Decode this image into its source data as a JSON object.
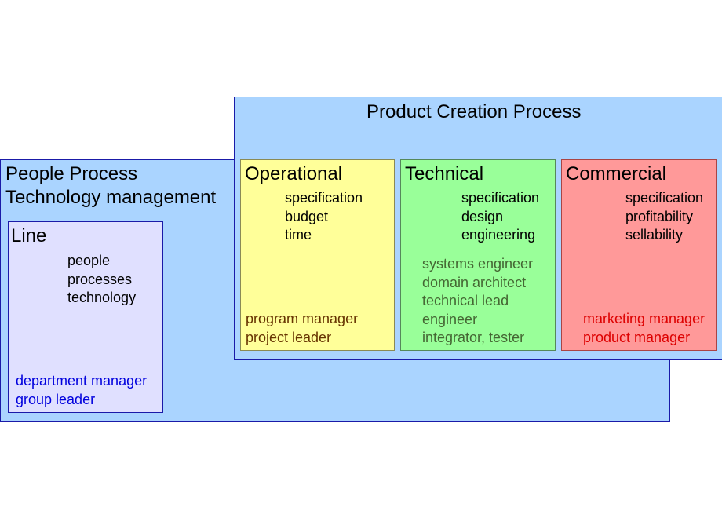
{
  "people_process": {
    "title_line1": "People Process",
    "title_line2": "Technology management"
  },
  "product_creation": {
    "title": "Product Creation Process"
  },
  "line": {
    "title": "Line",
    "items": [
      "people",
      "processes",
      "technology"
    ],
    "roles": [
      "department manager",
      "group leader"
    ],
    "role_color": "#0000dd"
  },
  "operational": {
    "title": "Operational",
    "items": [
      "specification",
      "budget",
      "time"
    ],
    "roles": [
      "program manager",
      "project leader"
    ],
    "role_color": "#663300"
  },
  "technical": {
    "title": "Technical",
    "items": [
      "specification",
      "design",
      "engineering"
    ],
    "roles": [
      "systems engineer",
      "domain architect",
      "technical lead",
      "engineer",
      "integrator, tester"
    ],
    "role_color": "#446633"
  },
  "commercial": {
    "title": "Commercial",
    "items": [
      "specification",
      "profitability",
      "sellability"
    ],
    "roles": [
      "marketing manager",
      "product manager"
    ],
    "role_color": "#dd0000"
  }
}
